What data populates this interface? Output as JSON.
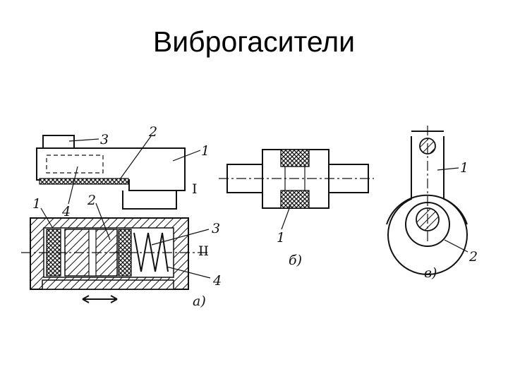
{
  "title": "Виброгасители",
  "figure_a": {
    "caption": "а)",
    "section_I": "I",
    "section_II": "II",
    "top_labels": [
      "3",
      "2",
      "1",
      "4"
    ],
    "bottom_labels": [
      "1",
      "2",
      "3",
      "4"
    ]
  },
  "figure_b": {
    "caption": "б)",
    "labels": [
      "1"
    ]
  },
  "figure_v": {
    "caption": "в)",
    "labels": [
      "1",
      "2"
    ]
  },
  "colors": {
    "ink": "#111111",
    "background": "#ffffff"
  }
}
